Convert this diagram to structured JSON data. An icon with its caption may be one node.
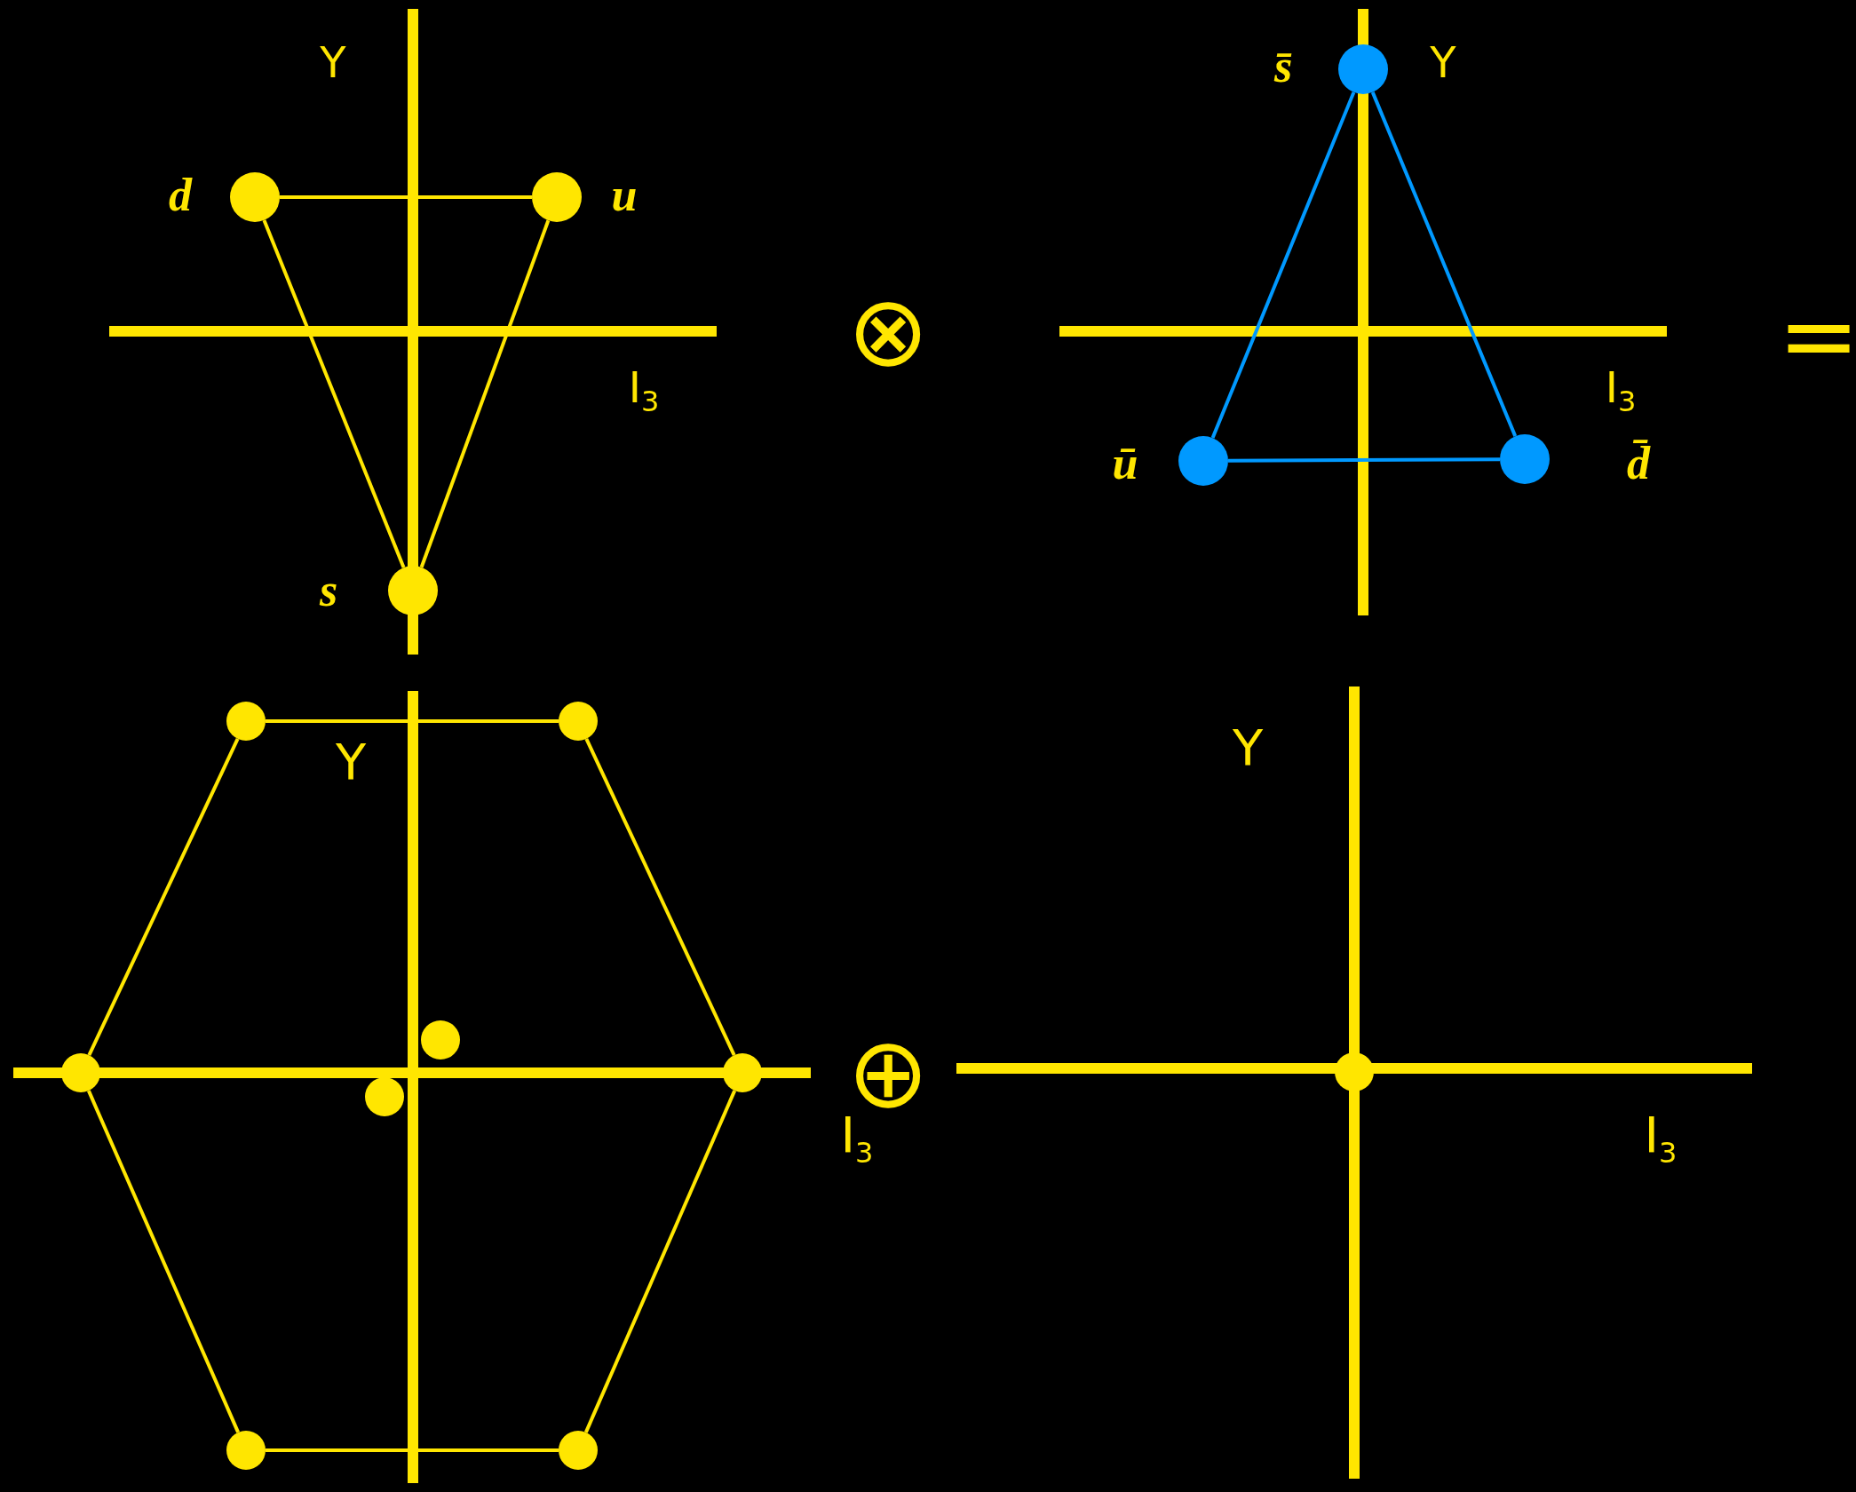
{
  "diagram": {
    "nodes": [
      {
        "text": [],
        "shape": "circle",
        "beside": [
          "d"
        ]
      },
      {
        "text": [],
        "shape": "circle",
        "beside": [
          "u"
        ]
      },
      {
        "text": [],
        "shape": "circle",
        "beside": [
          "s"
        ]
      },
      {
        "text": [],
        "shape": "circle",
        "beside": [
          "s̄"
        ]
      },
      {
        "text": [],
        "shape": "circle",
        "beside": [
          "ū"
        ]
      },
      {
        "text": [],
        "shape": "circle",
        "beside": [
          "d̄"
        ]
      },
      {
        "text": [],
        "shape": "circle"
      },
      {
        "text": [],
        "shape": "circle"
      },
      {
        "text": [],
        "shape": "circle"
      },
      {
        "text": [],
        "shape": "circle"
      },
      {
        "text": [],
        "shape": "circle"
      },
      {
        "text": [],
        "shape": "circle"
      },
      {
        "text": [],
        "shape": "circle"
      },
      {
        "text": [],
        "shape": "circle"
      },
      {
        "text": [],
        "shape": "circle"
      }
    ],
    "edges": [
      {
        "from": 0,
        "to": 1,
        "arrow": "none"
      },
      {
        "from": 0,
        "to": 2,
        "arrow": "none"
      },
      {
        "from": 1,
        "to": 2,
        "arrow": "none"
      },
      {
        "from": 3,
        "to": 4,
        "arrow": "none",
        "color": "#0099ff"
      },
      {
        "from": 3,
        "to": 5,
        "arrow": "none",
        "color": "#0099ff"
      },
      {
        "from": 4,
        "to": 5,
        "arrow": "none",
        "color": "#0099ff"
      },
      {
        "from": 6,
        "to": 7,
        "arrow": "none"
      },
      {
        "from": 7,
        "to": 11,
        "arrow": "none"
      },
      {
        "from": 11,
        "to": 13,
        "arrow": "none"
      },
      {
        "from": 12,
        "to": 13,
        "arrow": "none"
      },
      {
        "from": 9,
        "to": 12,
        "arrow": "none"
      },
      {
        "from": 6,
        "to": 9,
        "arrow": "none"
      }
    ],
    "labels": [
      "Y",
      "Y",
      "⊗",
      "=",
      "I$_{3}$",
      "I$_{3}$",
      "Y",
      "Y",
      "⊕",
      "I$_{3}$",
      "I$_{3}$"
    ]
  }
}
